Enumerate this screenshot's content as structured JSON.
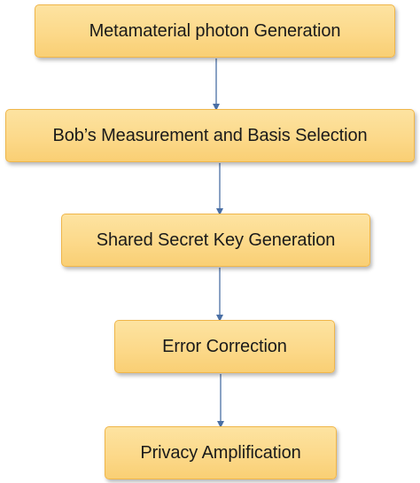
{
  "flowchart": {
    "steps": [
      "Metamaterial photon Generation",
      "Bob’s Measurement and Basis Selection",
      "Shared Secret Key Generation",
      "Error Correction",
      "Privacy Amplification"
    ]
  },
  "colors": {
    "box_fill": "#fcd98a",
    "box_border": "#f0b64a",
    "arrow": "#4a6fa5"
  }
}
